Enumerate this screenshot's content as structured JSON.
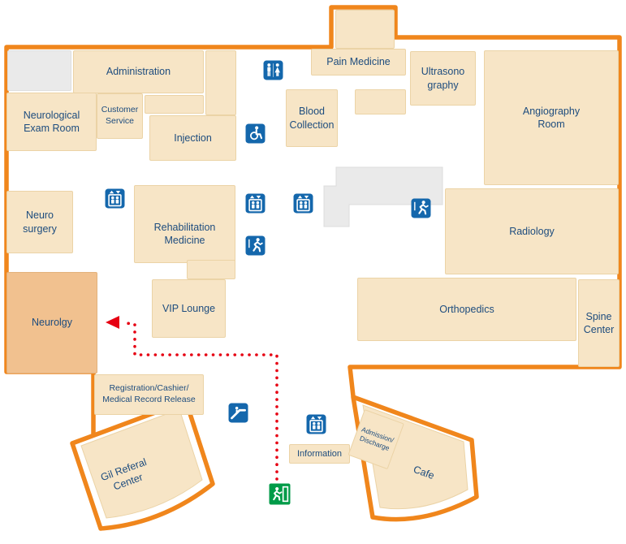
{
  "rooms": {
    "administration": {
      "label": "Administration"
    },
    "customer_service": {
      "label": "Customer\nService"
    },
    "neurological_exam_room": {
      "label": "Neurological\nExam Room"
    },
    "injection": {
      "label": "Injection"
    },
    "pain_medicine": {
      "label": "Pain Medicine"
    },
    "blood_collection": {
      "label": "Blood\nCollection"
    },
    "ultrasonography": {
      "label": "Ultrasono\ngraphy"
    },
    "angiography_room": {
      "label": "Angiography\nRoom"
    },
    "radiology": {
      "label": "Radiology"
    },
    "orthopedics": {
      "label": "Orthopedics"
    },
    "spine_center": {
      "label": "Spine\nCenter"
    },
    "neuro_surgery": {
      "label": "Neuro\nsurgery"
    },
    "rehabilitation_medicine": {
      "label": "Rehabilitation\nMedicine"
    },
    "vip_lounge": {
      "label": "VIP Lounge"
    },
    "neurology": {
      "label": "Neurolgy"
    },
    "registration": {
      "label": "Registration/Cashier/\nMedical Record Release"
    },
    "gil_referal_center": {
      "label": "Gil Referal\nCenter"
    },
    "information": {
      "label": "Information"
    },
    "admission_discharge": {
      "label": "Admission/\nDischarge"
    },
    "cafe": {
      "label": "Cafe"
    }
  },
  "icons": {
    "restroom": "restroom-icon",
    "wheelchair_accessible": "wheelchair-icon",
    "elevator": "elevator-icon",
    "emergency_exit": "emergency-exit-run-icon",
    "escalator": "escalator-icon",
    "exit_door_green": "exit-door-icon"
  },
  "route": {
    "color": "#E60012",
    "style": "dotted"
  },
  "colors": {
    "outline_orange": "#F0861C",
    "room_fill": "#F7E5C6",
    "room_highlight_fill": "#F1C18F",
    "gray_fill": "#EAEAEA",
    "label_navy": "#1D4C7E",
    "icon_blue": "#1467AC",
    "exit_green": "#009B48",
    "route_red": "#E60012"
  }
}
